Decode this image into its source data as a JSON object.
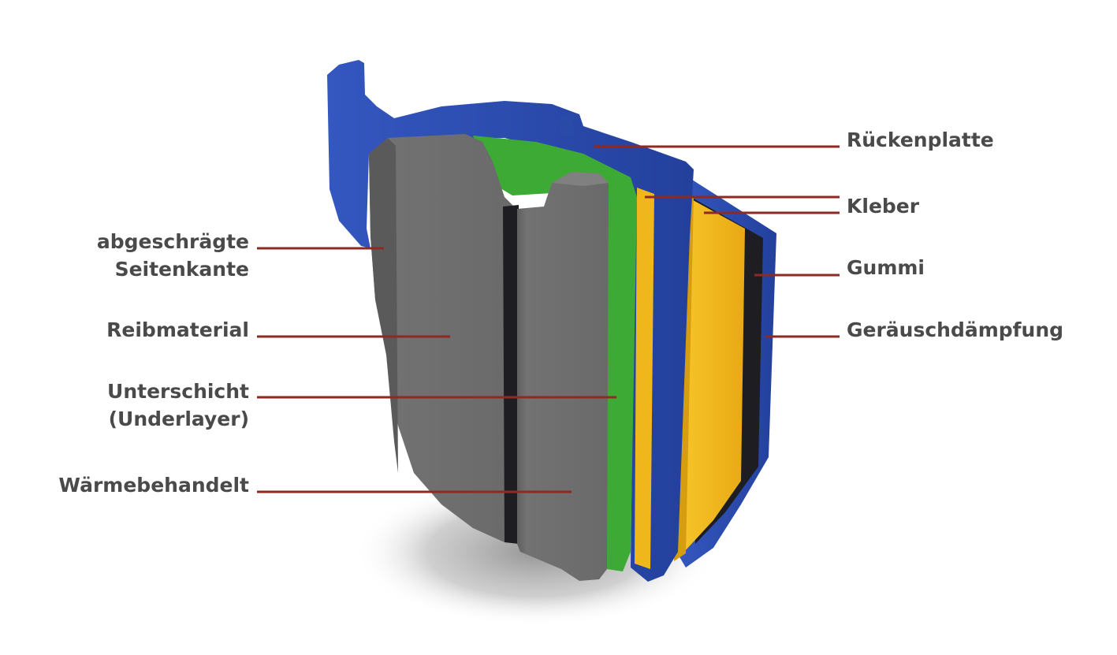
{
  "colors": {
    "label_text": "#4a4a4a",
    "leader_line": "#8e2a22",
    "backing_plate": "#2c4fb0",
    "friction_material": "#6e6e6e",
    "underlayer": "#3daa35",
    "adhesive": "#efb71c",
    "rubber": "#f2b81d",
    "dark_layer": "#1e1e22"
  },
  "labels": {
    "rueckenplatte": "Rückenplatte",
    "kleber": "Kleber",
    "gummi": "Gummi",
    "geraeuschdaempfung": "Geräuschdämpfung",
    "seitenkante_line1": "abgeschrägte",
    "seitenkante_line2": "Seitenkante",
    "reibmaterial": "Reibmaterial",
    "unterschicht_line1": "Unterschicht",
    "unterschicht_line2": "(Underlayer)",
    "waermebehandelt": "Wärmebehandelt"
  }
}
